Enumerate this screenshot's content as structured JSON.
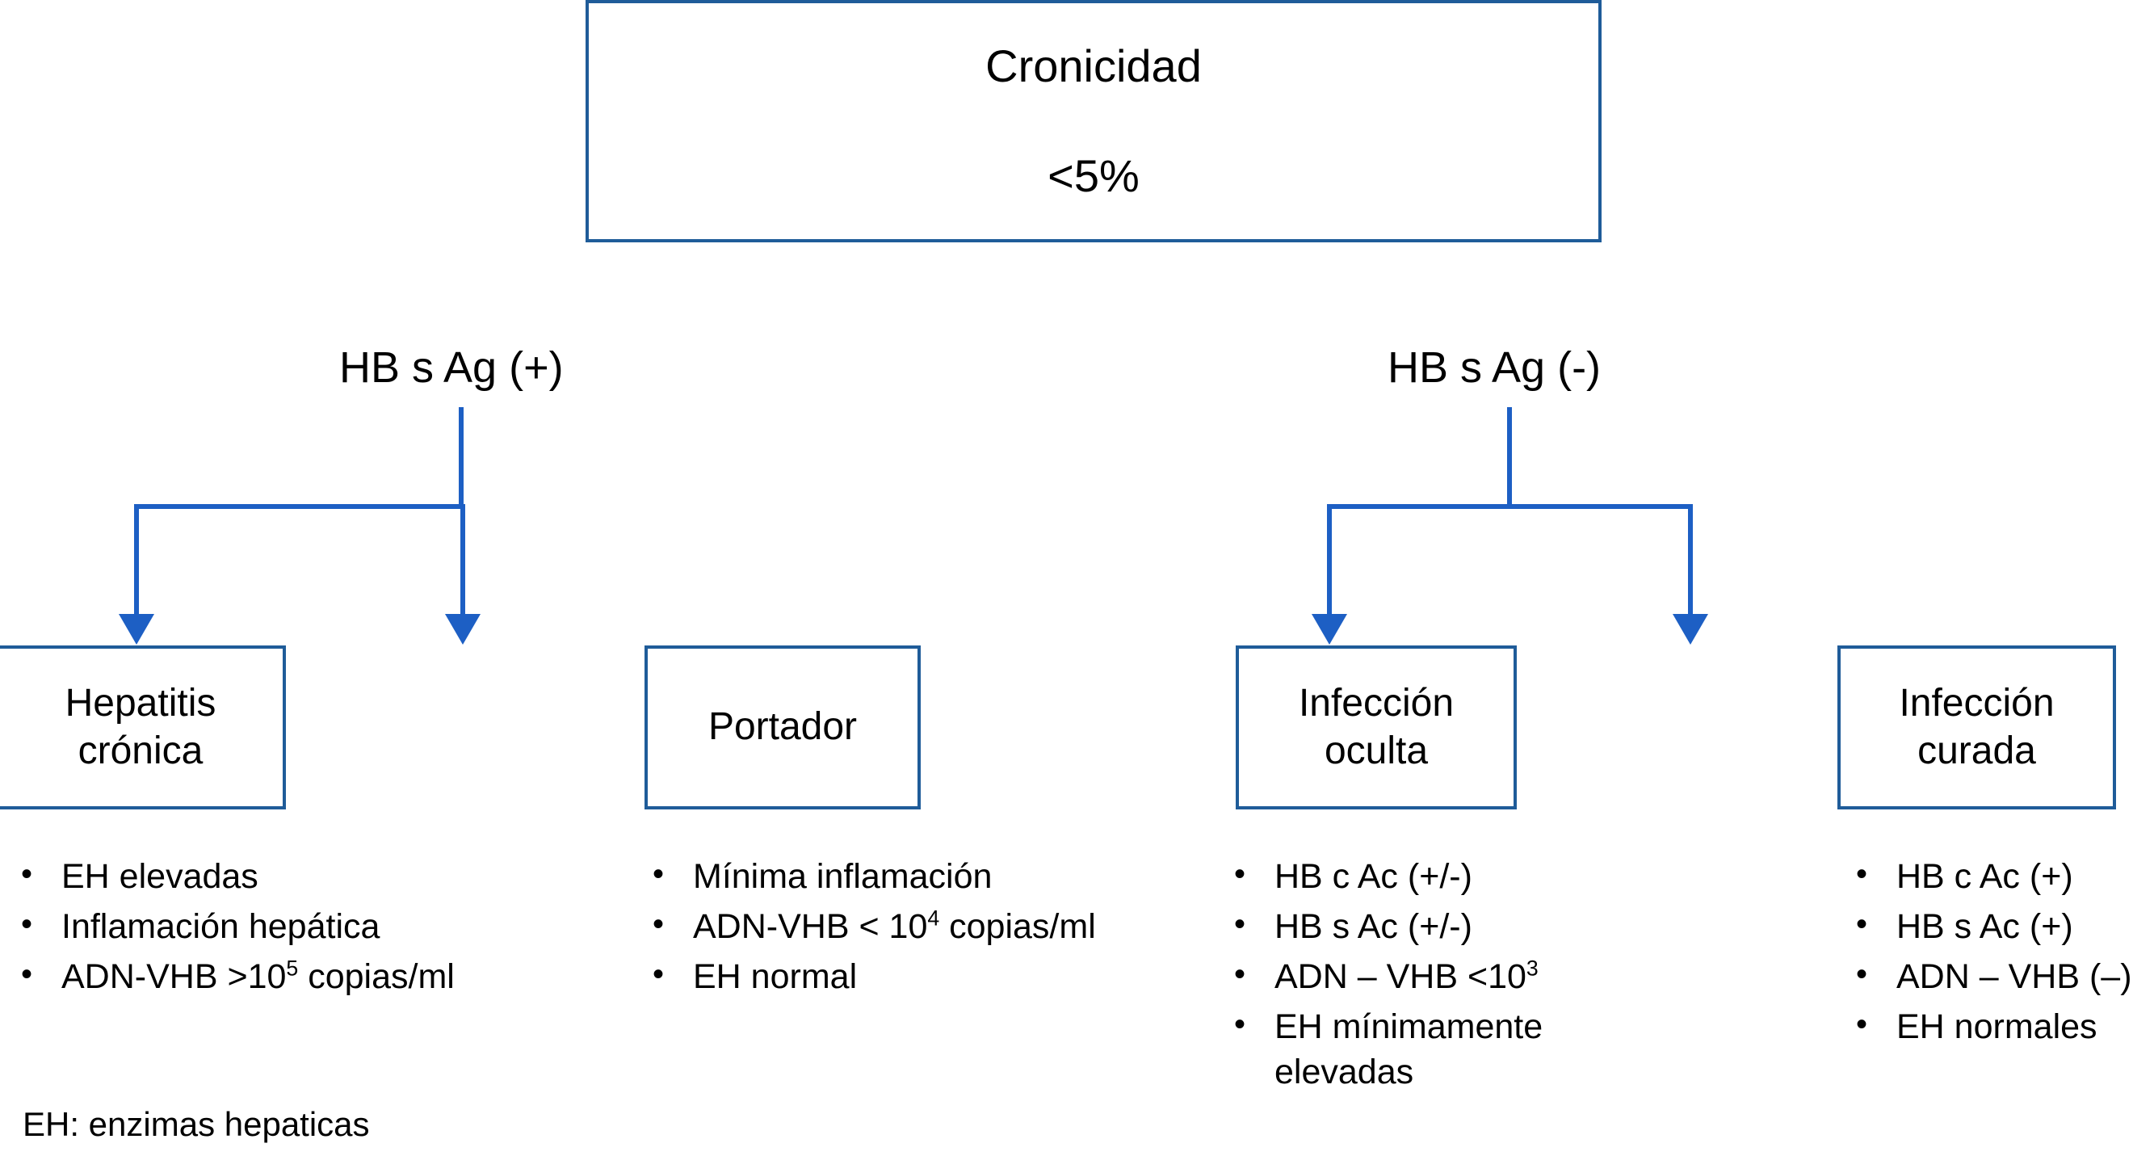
{
  "diagram": {
    "title": "Cronicidad <5%",
    "accent_color": "#1F5C99",
    "connector_color": "#1D5FC4",
    "text_color": "#000000",
    "background_color": "#FFFFFF"
  },
  "root": {
    "line1": "Cronicidad",
    "line2": "<5%"
  },
  "branches": {
    "positive_label": "HB s Ag (+)",
    "negative_label": "HB s Ag (-)"
  },
  "nodes": {
    "hepatitis_cronica": {
      "label": "Hepatitis\ncrónica",
      "bullets": [
        {
          "text": "EH elevadas"
        },
        {
          "text": "Inflamación hepática"
        },
        {
          "prefix": "ADN-VHB >10",
          "sup": "5",
          "suffix": " copias/ml"
        }
      ]
    },
    "portador": {
      "label": "Portador",
      "bullets": [
        {
          "text": "Mínima inflamación"
        },
        {
          "prefix": "ADN-VHB < 10",
          "sup": "4",
          "suffix": " copias/ml"
        },
        {
          "text": "EH normal"
        }
      ]
    },
    "infeccion_oculta": {
      "label": "Infección\noculta",
      "bullets": [
        {
          "text": "HB c Ac (+/-)"
        },
        {
          "text": "HB s Ac (+/-)"
        },
        {
          "prefix": "ADN – VHB <10",
          "sup": "3",
          "suffix": ""
        },
        {
          "text": "EH mínimamente elevadas"
        }
      ]
    },
    "infeccion_curada": {
      "label": "Infección\ncurada",
      "bullets": [
        {
          "text": "HB c Ac (+)"
        },
        {
          "text": "HB s Ac (+)"
        },
        {
          "text": "ADN – VHB (–)"
        },
        {
          "text": "EH normales"
        }
      ]
    }
  },
  "footnote": "EH: enzimas hepaticas"
}
